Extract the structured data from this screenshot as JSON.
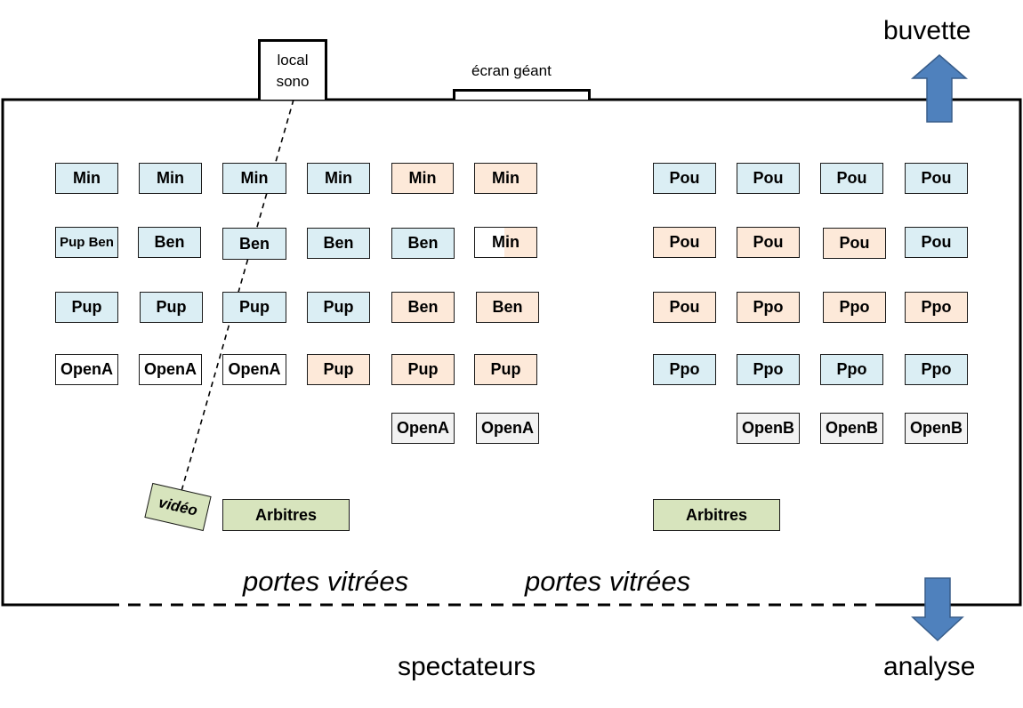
{
  "labels": {
    "local_sono_line1": "local",
    "local_sono_line2": "sono",
    "ecran_geant": "écran géant",
    "buvette": "buvette",
    "analyse": "analyse",
    "spectateurs": "spectateurs",
    "portes_left": "portes vitrées",
    "portes_right": "portes vitrées",
    "video": "vidéo"
  },
  "tables": {
    "left_r1": [
      "Min",
      "Min",
      "Min",
      "Min",
      "Min",
      "Min"
    ],
    "left_r2": [
      "Pup Ben",
      "Ben",
      "Ben",
      "Ben",
      "Ben",
      "Min"
    ],
    "left_r3": [
      "Pup",
      "Pup",
      "Pup",
      "Pup",
      "Ben",
      "Ben"
    ],
    "left_r4": [
      "OpenA",
      "OpenA",
      "OpenA",
      "Pup",
      "Pup",
      "Pup"
    ],
    "left_r5": [
      "OpenA",
      "OpenA"
    ],
    "right_r1": [
      "Pou",
      "Pou",
      "Pou",
      "Pou"
    ],
    "right_r2": [
      "Pou",
      "Pou",
      "Pou",
      "Pou"
    ],
    "right_r3": [
      "Pou",
      "Ppo",
      "Ppo",
      "Ppo"
    ],
    "right_r4": [
      "Ppo",
      "Ppo",
      "Ppo",
      "Ppo"
    ],
    "right_r5": [
      "OpenB",
      "OpenB",
      "OpenB"
    ],
    "arbitres_left": "Arbitres",
    "arbitres_right": "Arbitres"
  },
  "colors": {
    "blue": "#dbeef4",
    "peach": "#fde9d9",
    "green": "#d7e4bd",
    "gray": "#f2f2f2",
    "arrow": "#4f81bd"
  }
}
